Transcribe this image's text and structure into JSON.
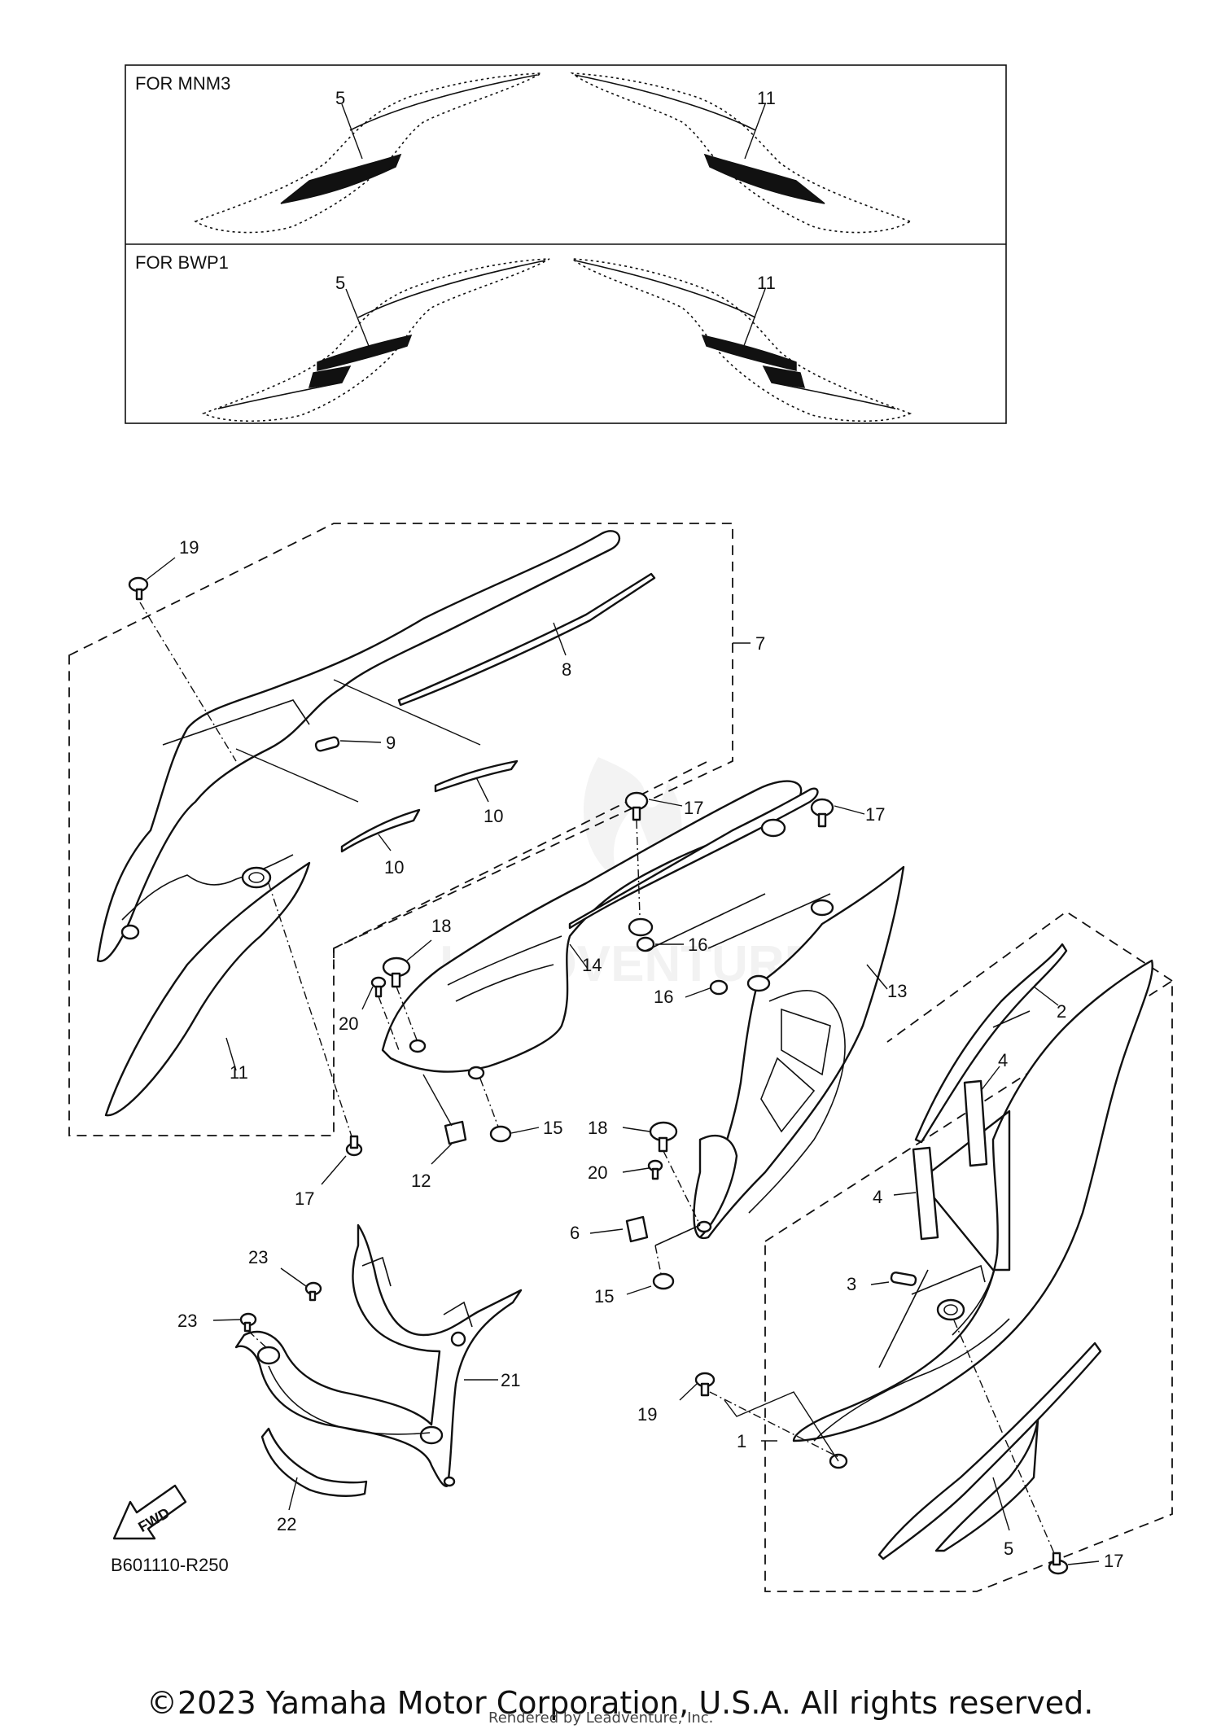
{
  "variants": [
    {
      "header": "FOR MNM3",
      "left_callout": "5",
      "right_callout": "11"
    },
    {
      "header": "FOR BWP1",
      "left_callout": "5",
      "right_callout": "11"
    }
  ],
  "callouts": {
    "c1": "1",
    "c2": "2",
    "c3": "3",
    "c4a": "4",
    "c4b": "4",
    "c5": "5",
    "c6": "6",
    "c7": "7",
    "c8": "8",
    "c9": "9",
    "c10a": "10",
    "c10b": "10",
    "c11": "11",
    "c12": "12",
    "c13": "13",
    "c14": "14",
    "c15a": "15",
    "c15b": "15",
    "c16a": "16",
    "c16b": "16",
    "c17a": "17",
    "c17b": "17",
    "c17c": "17",
    "c17d": "17",
    "c18a": "18",
    "c18b": "18",
    "c19a": "19",
    "c19b": "19",
    "c20a": "20",
    "c20b": "20",
    "c21": "21",
    "c22": "22",
    "c23a": "23",
    "c23b": "23"
  },
  "fwd_label": "FWD",
  "diagram_code": "B601110-R250",
  "copyright": "©2023 Yamaha Motor Corporation, U.S.A. All rights reserved.",
  "rendered_by": "Rendered by Leadventure, Inc.",
  "watermark": "LEADVENTURE"
}
